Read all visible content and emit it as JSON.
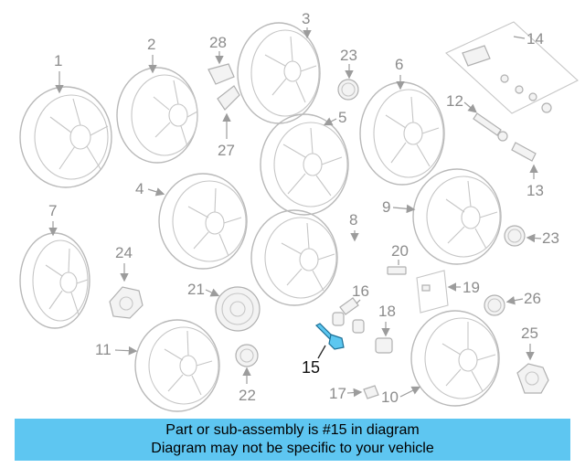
{
  "callouts": {
    "c1": "1",
    "c2": "2",
    "c3": "3",
    "c4": "4",
    "c5": "5",
    "c6": "6",
    "c7": "7",
    "c9": "9",
    "c10": "10",
    "c11": "11",
    "c12": "12",
    "c13": "13",
    "c14": "14",
    "c15": "15",
    "c16": "16",
    "c17": "17",
    "c18": "18",
    "c19": "19",
    "c20": "20",
    "c21": "21",
    "c22": "22",
    "c23a": "23",
    "c23b": "23",
    "c24": "24",
    "c25": "25",
    "c26": "26",
    "c27": "27",
    "c28": "28",
    "c8": "8"
  },
  "highlight": {
    "part": "15",
    "color": "#5cc7f0"
  },
  "banner": {
    "line1": "Part or sub-assembly is #15 in diagram",
    "line2": "Diagram may not be specific to your vehicle",
    "color": "#5ec6f1"
  }
}
